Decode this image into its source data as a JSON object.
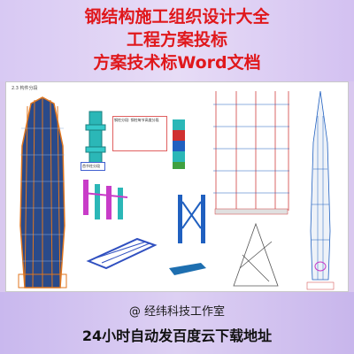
{
  "header": {
    "line1": "钢结构施工组织设计大全",
    "line2": "工程方案投标",
    "line3": "方案技术标Word文档"
  },
  "doc_preview": {
    "section_label": "2.3 构件分段",
    "notes": [
      "钢柱分段: 钢柱每节高度分段",
      "首节柱分段"
    ],
    "colors": {
      "tower_blue": "#2a4a8a",
      "tower_orange": "#e0761e",
      "column_teal": "#2bb7b7",
      "brace_magenta": "#c83cc8",
      "note_red": "#e06060"
    }
  },
  "footer": {
    "studio": "@ 经纬科技工作室",
    "cta": "24小时自动发百度云下载地址"
  }
}
